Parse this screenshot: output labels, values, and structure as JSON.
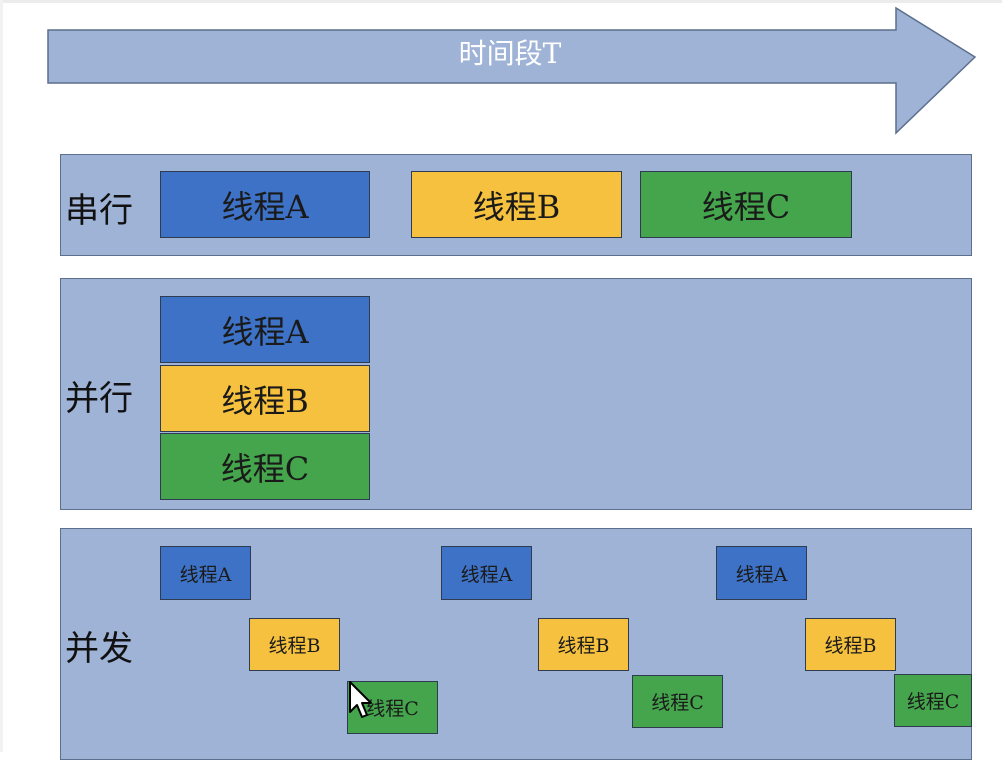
{
  "arrow": {
    "label": "时间段T",
    "fill": "#9fb3d6",
    "stroke": "#5c6f8c"
  },
  "colors": {
    "thread_a": "#3d72c6",
    "thread_b": "#f6c13e",
    "thread_c": "#44a54c",
    "lane": "#9fb3d6"
  },
  "lanes": {
    "serial": {
      "label": "串行",
      "threads": [
        "线程A",
        "线程B",
        "线程C"
      ]
    },
    "parallel": {
      "label": "并行",
      "threads": [
        "线程A",
        "线程B",
        "线程C"
      ]
    },
    "concurrent": {
      "label": "并发",
      "threads": [
        "线程A",
        "线程B",
        "线程C",
        "线程A",
        "线程B",
        "线程C",
        "线程A",
        "线程B",
        "线程C"
      ]
    }
  },
  "cursor_icon": "mouse-pointer-icon"
}
